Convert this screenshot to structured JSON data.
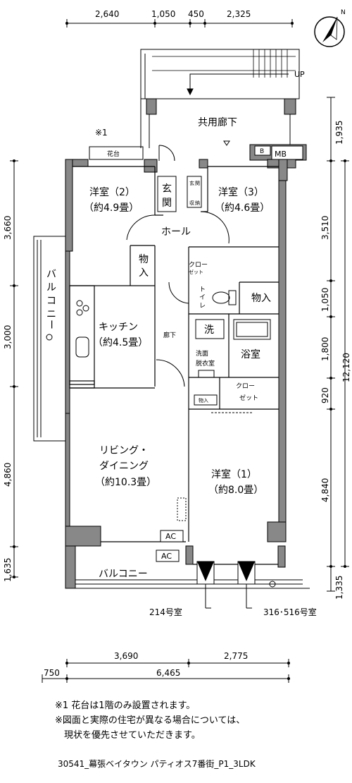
{
  "dimensions": {
    "top": [
      "2,640",
      "1,050",
      "450",
      "2,325"
    ],
    "left": [
      "3,660",
      "3,000",
      "4,860",
      "1,635"
    ],
    "right": [
      "1,935",
      "3,510",
      "1,050",
      "1,800",
      "920",
      "4,840",
      "1,335"
    ],
    "right_total": "12,120",
    "bottom_sub": [
      "3,690",
      "2,775"
    ],
    "bottom_total": [
      "750",
      "6,465"
    ]
  },
  "rooms": {
    "corridor": "共用廊下",
    "up": "UP",
    "note_mark": "※1",
    "planter": "花台",
    "mb_b": "B",
    "mb": "MB",
    "western2_a": "洋室（2）",
    "western2_b": "（約4.9畳）",
    "entrance_a": "玄",
    "entrance_b": "関",
    "shoe_a": "玄",
    "shoe_b": "関",
    "shoe_c": "収",
    "shoe_d": "納",
    "western3_a": "洋室（3）",
    "western3_b": "（約4.6畳）",
    "hall": "ホール",
    "storage1_a": "物",
    "storage1_b": "入",
    "closet_small_a": "クロー",
    "closet_small_b": "ゼット",
    "toilet_a": "ト",
    "toilet_b": "イ",
    "toilet_c": "レ",
    "storage2": "物入",
    "balcony_side": [
      "バ",
      "ル",
      "コ",
      "ニ",
      "ー"
    ],
    "kitchen_a": "キッチン",
    "kitchen_b": "（約4.5畳）",
    "hallway": "廊下",
    "wash": "洗",
    "washroom_a": "洗面",
    "washroom_b": "脱衣室",
    "bath": "浴室",
    "closet_a": "クロー",
    "closet_b": "ゼット",
    "storage3": "物入",
    "living_a": "リビング・",
    "living_b": "ダイニング",
    "living_c": "（約10.3畳）",
    "western1_a": "洋室（1）",
    "western1_b": "（約8.0畳）",
    "ac1": "AC",
    "ac2": "AC",
    "balcony": "バルコニー",
    "unit_a": "214号室",
    "unit_b": "316･516号室",
    "north": "N"
  },
  "notes": [
    "※1  花台は1階のみ設置されます。",
    "※図面と実際の住宅が異なる場合については、",
    "　現状を優先させていただきます。"
  ],
  "caption": "30541_幕張ベイタウン  パティオス7番街_P1_3LDK"
}
